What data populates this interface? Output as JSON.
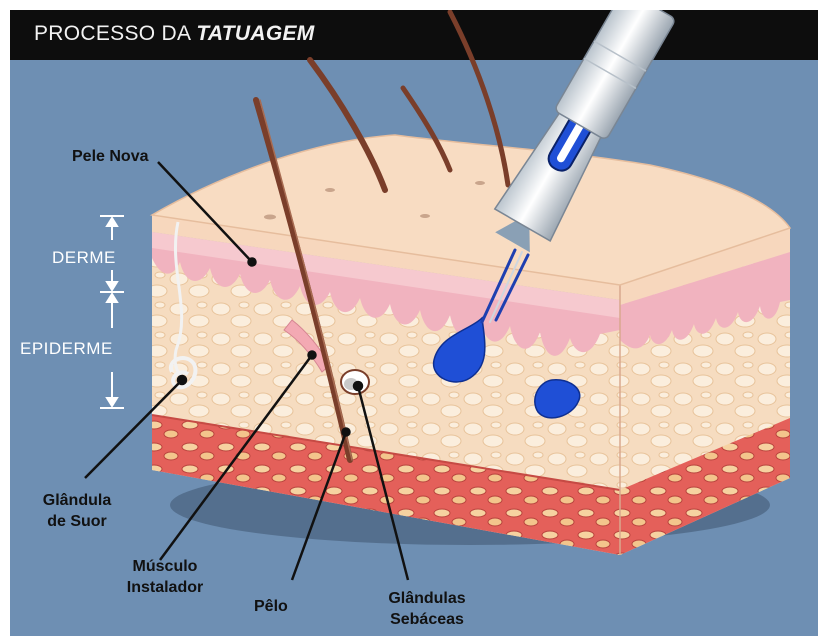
{
  "title": {
    "prefix": "PROCESSO DA ",
    "emphasis": "TATUAGEM"
  },
  "labels": {
    "pele_nova": "Pele Nova",
    "derme": "DERME",
    "epiderme": "EPIDERME",
    "glandula_suor_1": "Glândula",
    "glandula_suor_2": "de Suor",
    "musculo_1": "Músculo",
    "musculo_2": "Instalador",
    "pelo": "Pêlo",
    "sebaceas_1": "Glândulas",
    "sebaceas_2": "Sebáceas"
  },
  "colors": {
    "background": "#6e8fb3",
    "title_bar": "#0d0d0d",
    "ink": "#1f4fd6",
    "skin_top": "#f7d9bf",
    "dermis": "#f1b9c4",
    "fat_tissue": "#f5d6b8",
    "muscle_layer": "#e8675e",
    "hair": "#7a3e2a"
  }
}
